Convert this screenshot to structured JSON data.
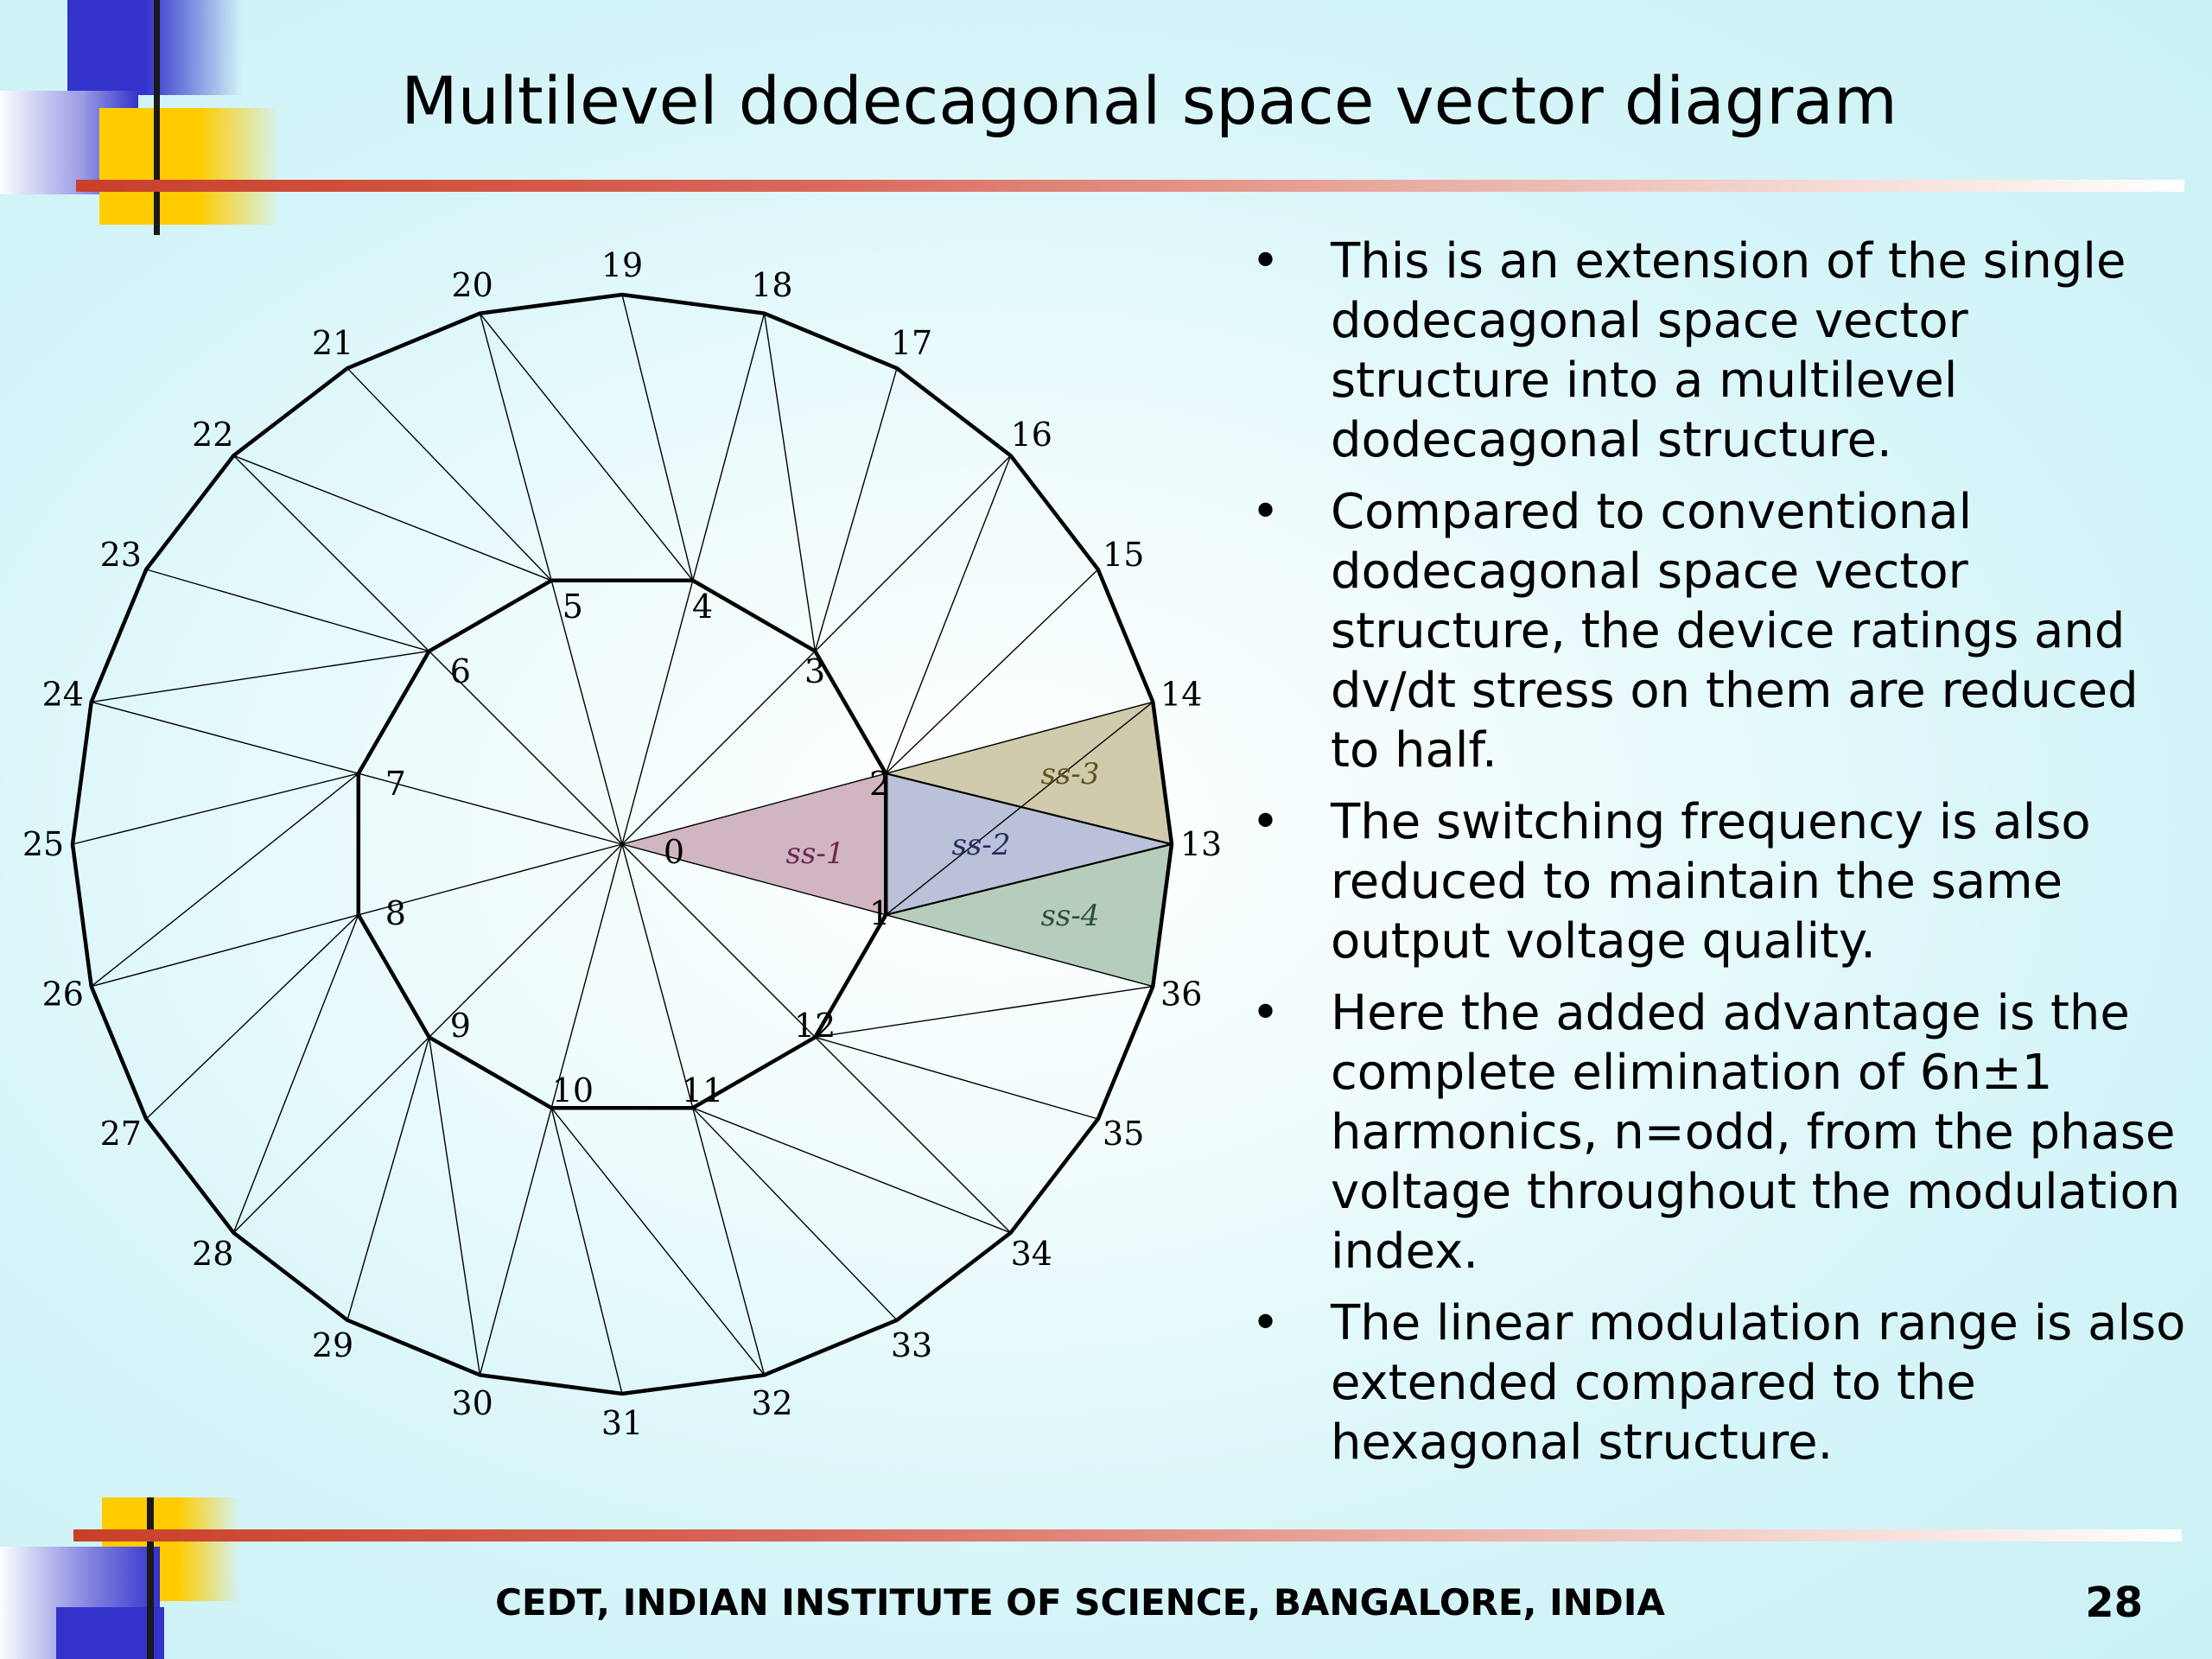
{
  "title": "Multilevel dodecagonal space vector diagram",
  "bullets": [
    "This is an extension of the single dodecagonal space vector structure into a multilevel dodecagonal structure.",
    "Compared to conventional dodecagonal space vector structure, the device ratings and dv/dt stress on them are reduced to half.",
    "The switching frequency is also reduced to maintain the same output voltage quality.",
    "Here the added advantage is the complete elimination of 6n±1 harmonics, n=odd, from the phase voltage throughout the modulation index.",
    "The linear modulation range is also extended compared to the hexagonal structure."
  ],
  "bullet_glyph": "•",
  "footer": "CEDT, INDIAN INSTITUTE OF SCIENCE, BANGALORE, INDIA",
  "page_number": "28",
  "diagram": {
    "center_label": "0",
    "inner_vertex_labels": [
      "1",
      "2",
      "3",
      "4",
      "5",
      "6",
      "7",
      "8",
      "9",
      "10",
      "11",
      "12"
    ],
    "outer_vertex_labels": [
      "13",
      "14",
      "15",
      "16",
      "17",
      "18",
      "19",
      "20",
      "21",
      "22",
      "23",
      "24",
      "25",
      "26",
      "27",
      "28",
      "29",
      "30",
      "31",
      "32",
      "33",
      "34",
      "35",
      "36"
    ],
    "sectors": [
      {
        "label": "ss-1",
        "color": "#c9a8b8"
      },
      {
        "label": "ss-2",
        "color": "#aeb6d2"
      },
      {
        "label": "ss-3",
        "color": "#c8c29e"
      },
      {
        "label": "ss-4",
        "color": "#a9c4b2"
      }
    ]
  },
  "colors": {
    "background": "#cdf2f6",
    "title_rule": "#c9402a",
    "accent_yellow": "#ffcc00",
    "accent_blue": "#3333cc"
  }
}
